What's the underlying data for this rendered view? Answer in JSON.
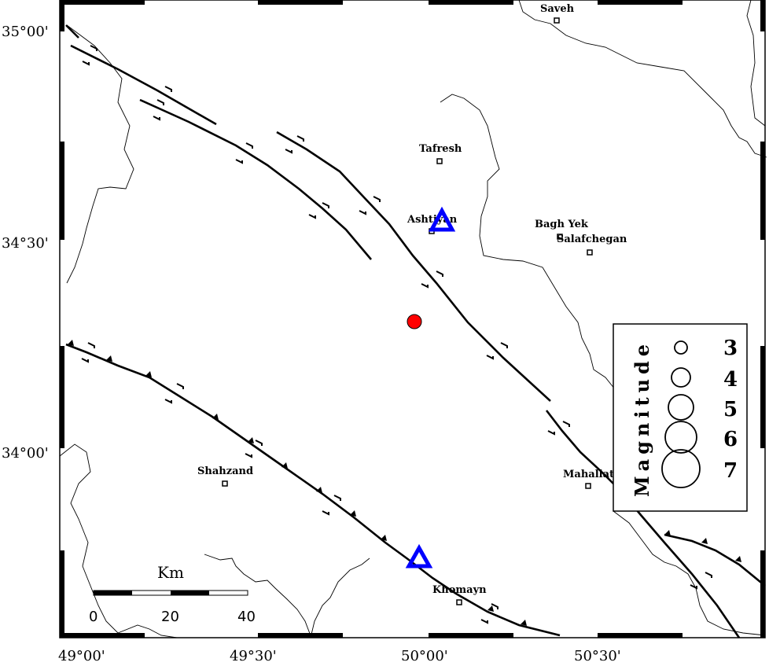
{
  "map": {
    "lat_labels": [
      "35°00'",
      "34°30'",
      "34°00'"
    ],
    "lon_labels": [
      "49°00'",
      "49°30'",
      "50°00'",
      "50°30'"
    ],
    "cities": [
      {
        "name": "Saveh"
      },
      {
        "name": "Tafresh"
      },
      {
        "name": "Ashtiyan"
      },
      {
        "name": "Bagh Yek"
      },
      {
        "name": "Salafchegan"
      },
      {
        "name": "Shahzand"
      },
      {
        "name": "Mahallat"
      },
      {
        "name": "Khomayn"
      }
    ],
    "colors": {
      "station": "#0000ff",
      "epicenter": "#ff0000",
      "fault": "#000000",
      "border": "#000000"
    }
  },
  "legend": {
    "title": "Magnitude",
    "magnitudes": [
      "3",
      "4",
      "5",
      "6",
      "7"
    ]
  },
  "scale_bar": {
    "title": "Km",
    "ticks": [
      "0",
      "20",
      "40"
    ]
  }
}
